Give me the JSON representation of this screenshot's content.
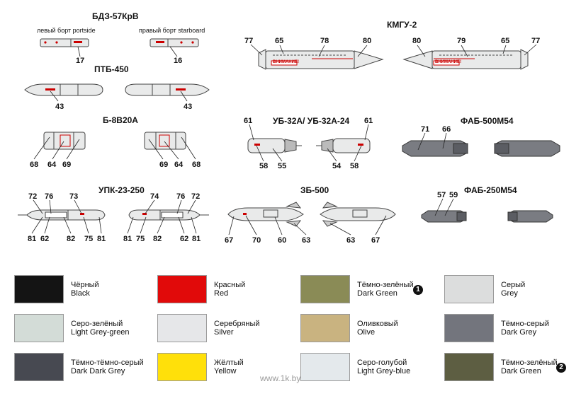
{
  "titles": {
    "bdz": "БДЗ-57КрВ",
    "kmgu": "КМГУ-2",
    "ptb": "ПТБ-450",
    "b8": "Б-8В20А",
    "ub32": "УБ-32А/ УБ-32А-24",
    "fab500": "ФАБ-500М54",
    "upk": "УПК-23-250",
    "zb": "ЗБ-500",
    "fab250": "ФАБ-250М54"
  },
  "sides": {
    "left": "левый борт  portside",
    "right": "правый борт  starboard"
  },
  "callouts": {
    "bdz_l": "17",
    "bdz_r": "16",
    "kmgu_l1": "77",
    "kmgu_l2": "65",
    "kmgu_l3": "78",
    "kmgu_l4": "80",
    "kmgu_r1": "80",
    "kmgu_r2": "79",
    "kmgu_r3": "65",
    "kmgu_r4": "77",
    "ptb_l": "43",
    "ptb_r": "43",
    "b8_l1": "68",
    "b8_l2": "64",
    "b8_l3": "69",
    "b8_r1": "69",
    "b8_r2": "64",
    "b8_r3": "68",
    "ub_l1": "61",
    "ub_l2": "58",
    "ub_l3": "55",
    "ub_r1": "61",
    "ub_r2": "54",
    "ub_r3": "58",
    "fab500_1": "71",
    "fab500_2": "66",
    "upk_l1": "72",
    "upk_l2": "76",
    "upk_l3": "73",
    "upk_l4": "81",
    "upk_l5": "62",
    "upk_l6": "82",
    "upk_l7": "75",
    "upk_l8": "81",
    "upk_r1": "74",
    "upk_r2": "76",
    "upk_r3": "72",
    "upk_r4": "81",
    "upk_r5": "75",
    "upk_r6": "82",
    "upk_r7": "62",
    "upk_r8": "81",
    "zb_l1": "67",
    "zb_l2": "70",
    "zb_l3": "60",
    "zb_l4": "63",
    "zb_r1": "63",
    "zb_r2": "67",
    "fab250_1": "57",
    "fab250_2": "59"
  },
  "stencil": "ВНИМАНИЕ!",
  "colors": [
    {
      "ru": "Чёрный",
      "en": "Black",
      "hex": "#141414"
    },
    {
      "ru": "Красный",
      "en": "Red",
      "hex": "#e10a0a"
    },
    {
      "ru": "Тёмно-зелёный",
      "en": "Dark Green",
      "hex": "#8a8b56",
      "marker": "1"
    },
    {
      "ru": "Серый",
      "en": "Grey",
      "hex": "#dcdddd"
    },
    {
      "ru": "Серо-зелёный",
      "en": "Light Grey-green",
      "hex": "#d3dcd7"
    },
    {
      "ru": "Серебряный",
      "en": "Silver",
      "hex": "#e6e7e9"
    },
    {
      "ru": "Оливковый",
      "en": "Olive",
      "hex": "#c9b380"
    },
    {
      "ru": "Тёмно-серый",
      "en": "Dark Grey",
      "hex": "#73757d"
    },
    {
      "ru": "Тёмно-тёмно-серый",
      "en": "Dark Dark Grey",
      "hex": "#474951"
    },
    {
      "ru": "Жёлтый",
      "en": "Yellow",
      "hex": "#ffe00a"
    },
    {
      "ru": "Серо-голубой",
      "en": "Light Grey-blue",
      "hex": "#e4e9ec"
    },
    {
      "ru": "Тёмно-зелёный",
      "en": "Dark Green",
      "hex": "#5d5e42",
      "marker": "2"
    }
  ],
  "watermark": "www.1k.by"
}
